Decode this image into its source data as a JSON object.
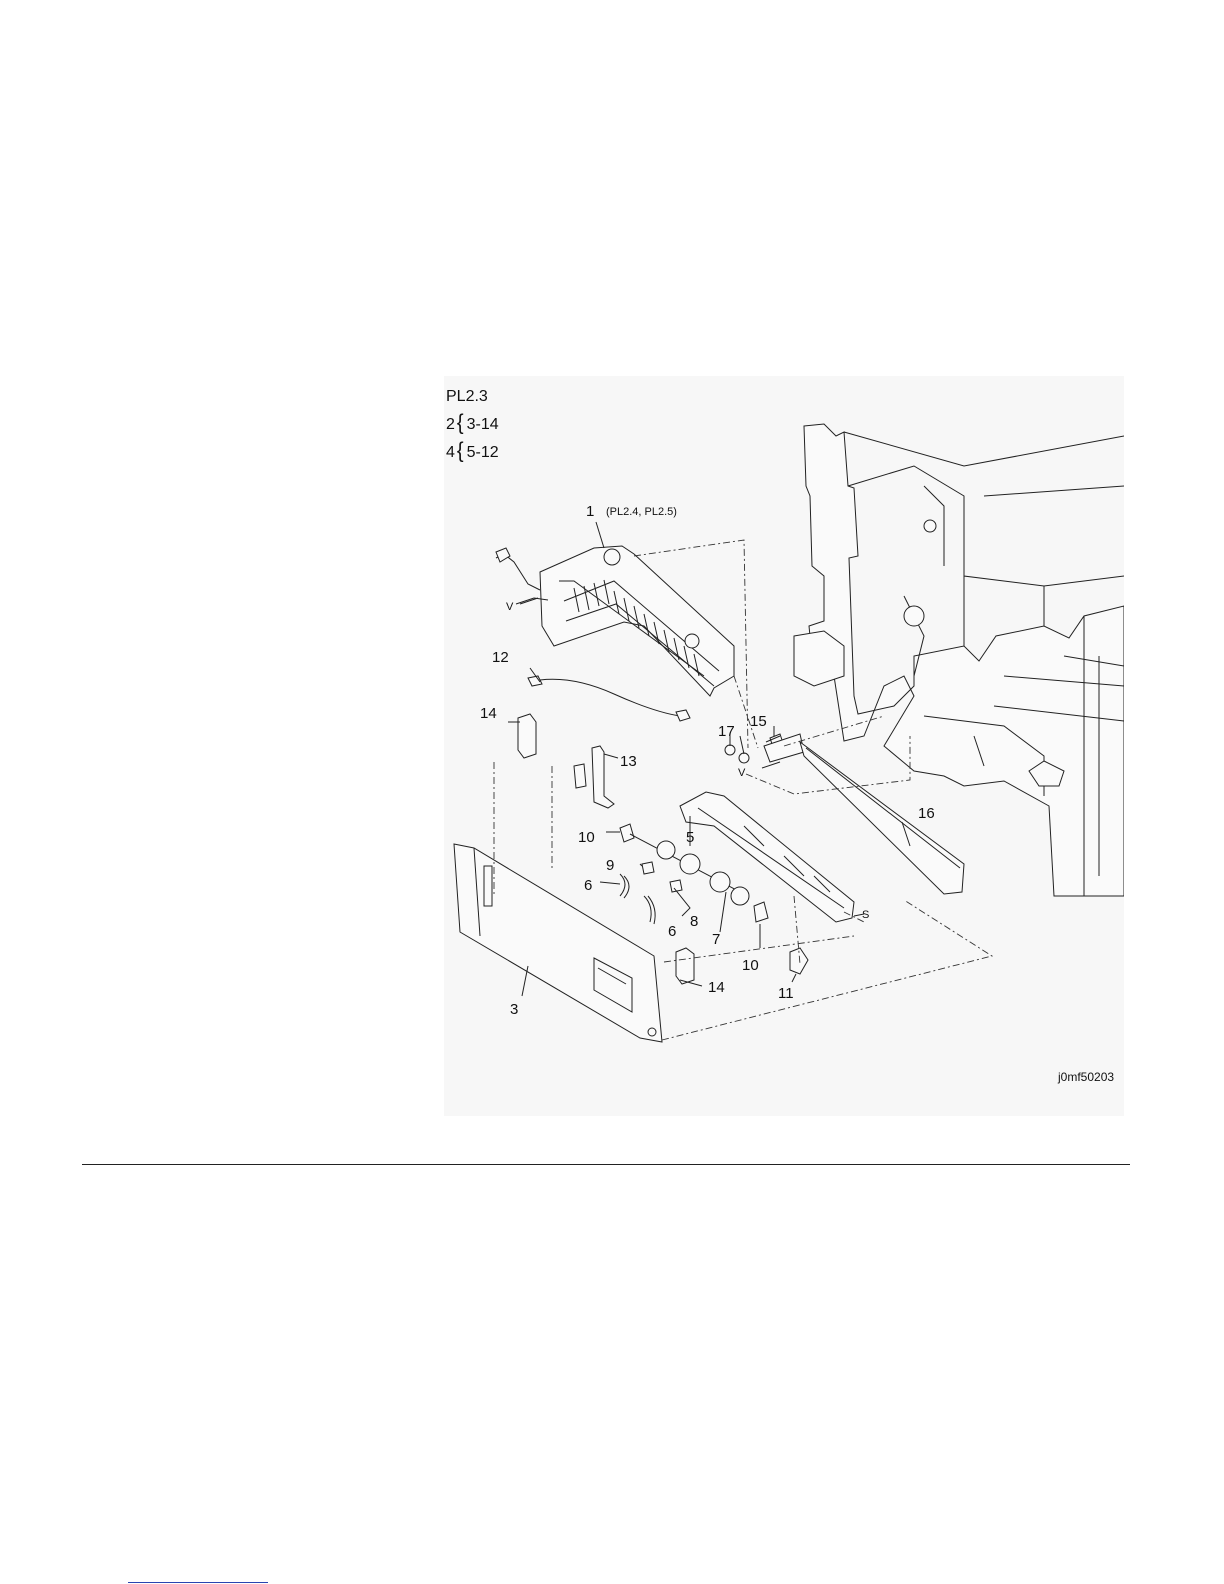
{
  "figure": {
    "plate_ref": "PL2.3",
    "groups": [
      {
        "parent": "2",
        "range": "3-14"
      },
      {
        "parent": "4",
        "range": "5-12"
      }
    ],
    "image_id": "j0mf50203",
    "callouts": [
      {
        "id": "c1",
        "text": "1"
      },
      {
        "id": "c1note",
        "text": "(PL2.4, PL2.5)"
      },
      {
        "id": "c3",
        "text": "3"
      },
      {
        "id": "c5",
        "text": "5"
      },
      {
        "id": "c6a",
        "text": "6"
      },
      {
        "id": "c6b",
        "text": "6"
      },
      {
        "id": "c7",
        "text": "7"
      },
      {
        "id": "c8",
        "text": "8"
      },
      {
        "id": "c9",
        "text": "9"
      },
      {
        "id": "c10a",
        "text": "10"
      },
      {
        "id": "c10b",
        "text": "10"
      },
      {
        "id": "c11",
        "text": "11"
      },
      {
        "id": "c12",
        "text": "12"
      },
      {
        "id": "c13",
        "text": "13"
      },
      {
        "id": "c14a",
        "text": "14"
      },
      {
        "id": "c14b",
        "text": "14"
      },
      {
        "id": "c15",
        "text": "15"
      },
      {
        "id": "c16",
        "text": "16"
      },
      {
        "id": "c17",
        "text": "17"
      },
      {
        "id": "cVa",
        "text": "V"
      },
      {
        "id": "cVb",
        "text": "V"
      },
      {
        "id": "cS",
        "text": "S"
      }
    ]
  }
}
